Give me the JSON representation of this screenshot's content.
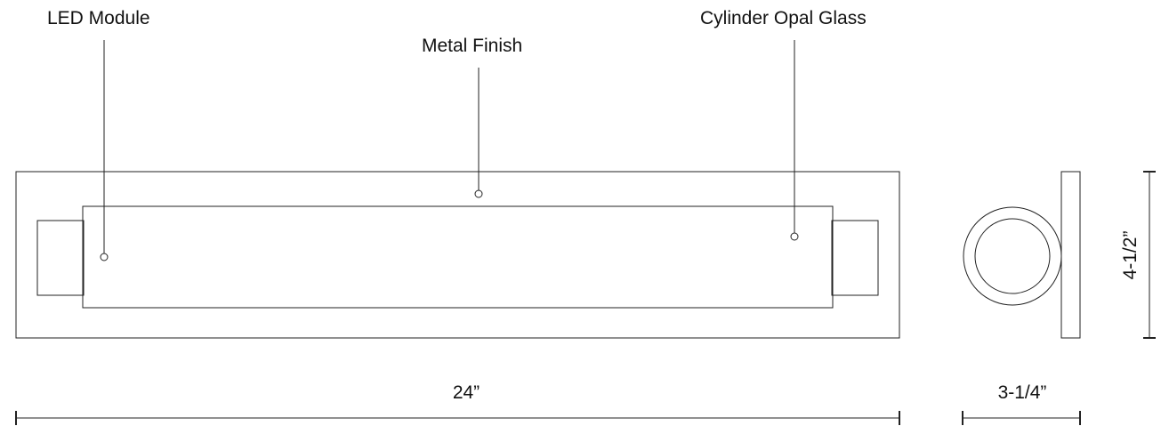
{
  "labels": {
    "led_module": "LED Module",
    "metal_finish": "Metal Finish",
    "cylinder_opal_glass": "Cylinder Opal Glass"
  },
  "dimensions": {
    "width": "24”",
    "depth": "3-1/4”",
    "height": "4-1/2”"
  }
}
